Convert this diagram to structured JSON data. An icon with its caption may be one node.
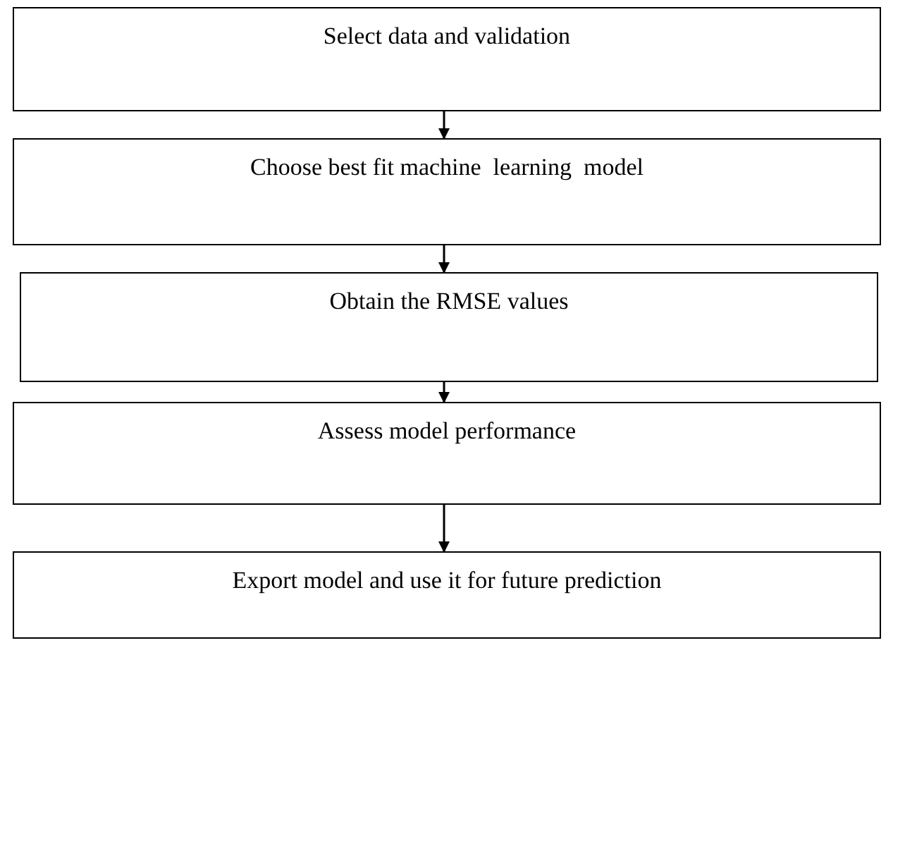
{
  "diagram": {
    "nodes": [
      {
        "text": [
          "Select data and validation"
        ]
      },
      {
        "text": [
          "Choose best fit machine  learning  model"
        ]
      },
      {
        "text": [
          "Obtain the RMSE values"
        ]
      },
      {
        "text": [
          "Assess model performance"
        ]
      },
      {
        "text": [
          "Export model and use it for future prediction"
        ]
      }
    ],
    "edges": [
      {
        "from": 0,
        "to": 1,
        "arrow": "to"
      },
      {
        "from": 1,
        "to": 2,
        "arrow": "to"
      },
      {
        "from": 2,
        "to": 3,
        "arrow": "to"
      },
      {
        "from": 3,
        "to": 4,
        "arrow": "to"
      }
    ]
  }
}
